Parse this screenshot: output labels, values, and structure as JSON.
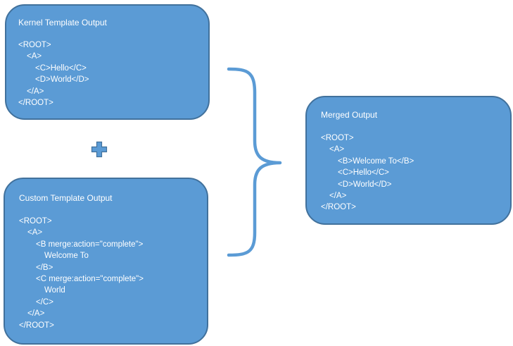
{
  "kernel": {
    "title": "Kernel Template Output",
    "lines": [
      {
        "text": "<ROOT>",
        "indent": 0
      },
      {
        "text": "<A>",
        "indent": 1
      },
      {
        "text": "<C>Hello</C>",
        "indent": 2
      },
      {
        "text": "<D>World</D>",
        "indent": 2
      },
      {
        "text": "</A>",
        "indent": 1
      },
      {
        "text": "</ROOT>",
        "indent": 0
      }
    ]
  },
  "custom": {
    "title": "Custom Template Output",
    "lines": [
      {
        "text": "<ROOT>",
        "indent": 0
      },
      {
        "text": "<A>",
        "indent": 1
      },
      {
        "text": "<B merge:action=\"complete\">",
        "indent": 2
      },
      {
        "text": "Welcome To",
        "indent": 3
      },
      {
        "text": "</B>",
        "indent": 2
      },
      {
        "text": "<C merge:action=\"complete\">",
        "indent": 2
      },
      {
        "text": "World",
        "indent": 3
      },
      {
        "text": "</C>",
        "indent": 2
      },
      {
        "text": "</A>",
        "indent": 1
      },
      {
        "text": "</ROOT>",
        "indent": 0
      }
    ]
  },
  "merged": {
    "title": "Merged Output",
    "lines": [
      {
        "text": "<ROOT>",
        "indent": 0
      },
      {
        "text": "<A>",
        "indent": 1
      },
      {
        "text": "<B>Welcome To</B>",
        "indent": 2
      },
      {
        "text": "<C>Hello</C>",
        "indent": 2
      },
      {
        "text": "<D>World</D>",
        "indent": 2
      },
      {
        "text": "</A>",
        "indent": 1
      },
      {
        "text": "</ROOT>",
        "indent": 0
      }
    ]
  },
  "colors": {
    "box_fill": "#5b9bd5",
    "box_border": "#41719c",
    "plus": "#5b9bd5",
    "brace": "#5b9bd5",
    "text": "#ffffff"
  }
}
